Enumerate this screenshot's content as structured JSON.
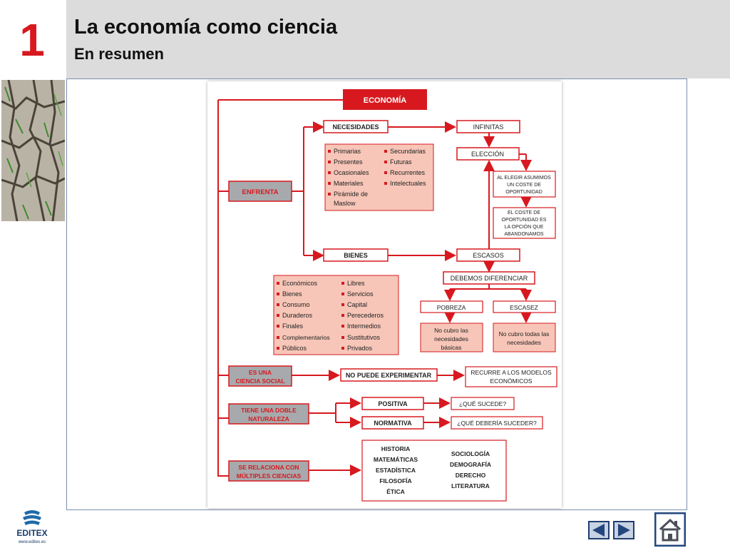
{
  "header": {
    "chapter_number": "1",
    "title": "La economía como ciencia",
    "subtitle": "En resumen"
  },
  "diagram": {
    "root": "ECONOMÍA",
    "enfrenta": "ENFRENTA",
    "necesidades": "NECESIDADES",
    "necesidades_list_left": [
      "Primarias",
      "Presentes",
      "Ocasionales",
      "Materiales",
      "Pirámide de",
      "Maslow"
    ],
    "necesidades_list_right": [
      "Secundarias",
      "Futuras",
      "Recurrentes",
      "Intelectuales"
    ],
    "infinitas": "INFINITAS",
    "eleccion": "ELECCIÓN",
    "coste_box": [
      "AL ELEGIR ASUMIMOS",
      "UN COSTE DE",
      "OPORTUNIDAD"
    ],
    "oportunidad_box": [
      "EL COSTE DE",
      "OPORTUNIDAD ES",
      "LA OPCIÓN QUE",
      "ABANDONAMOS"
    ],
    "bienes": "BIENES",
    "escasos": "ESCASOS",
    "bienes_list_left": [
      "Económicos",
      "Bienes",
      "Consumo",
      "Duraderos",
      "Finales",
      "Complementarios",
      "Públicos"
    ],
    "bienes_list_right": [
      "Libres",
      "Servicios",
      "Capital",
      "Perecederos",
      "Intermedios",
      "Sustitutivos",
      "Privados"
    ],
    "debemos": "DEBEMOS DIFERENCIAR",
    "pobreza": "POBREZA",
    "escasez": "ESCASEZ",
    "pobreza_desc": [
      "No cubro las",
      "necesidades",
      "básicas"
    ],
    "escasez_desc": [
      "No cubro todas las",
      "necesidades"
    ],
    "ciencia_social": [
      "ES UNA",
      "CIENCIA SOCIAL"
    ],
    "no_experimentar": "NO PUEDE EXPERIMENTAR",
    "modelos": [
      "RECURRE A LOS MODELOS",
      "ECONÓMICOS"
    ],
    "doble": [
      "TIENE UNA DOBLE",
      "NATURALEZA"
    ],
    "positiva": "POSITIVA",
    "normativa": "NORMATIVA",
    "que_sucede": "¿QUÉ SUCEDE?",
    "que_deberia": "¿QUÉ DEBERÍA SUCEDER?",
    "multiples": [
      "SE RELACIONA CON",
      "MÚLTIPLES CIENCIAS"
    ],
    "ciencias_left": [
      "HISTORIA",
      "MATEMÁTICAS",
      "ESTADÍSTICA",
      "FILOSOFÍA",
      "ÉTICA"
    ],
    "ciencias_right": [
      "SOCIOLOGÍA",
      "DEMOGRAFÍA",
      "DERECHO",
      "LITERATURA"
    ]
  },
  "footer": {
    "logo_text": "EDITEX",
    "logo_url": "www.editex.es"
  },
  "icons": {
    "prev": "arrow-left-icon",
    "next": "arrow-right-icon",
    "home": "home-icon"
  },
  "colors": {
    "accent": "#d7191f",
    "gray_box": "#a7a9ac",
    "pink_box": "#f7c6b8",
    "header_bg": "#dcdcdc"
  }
}
